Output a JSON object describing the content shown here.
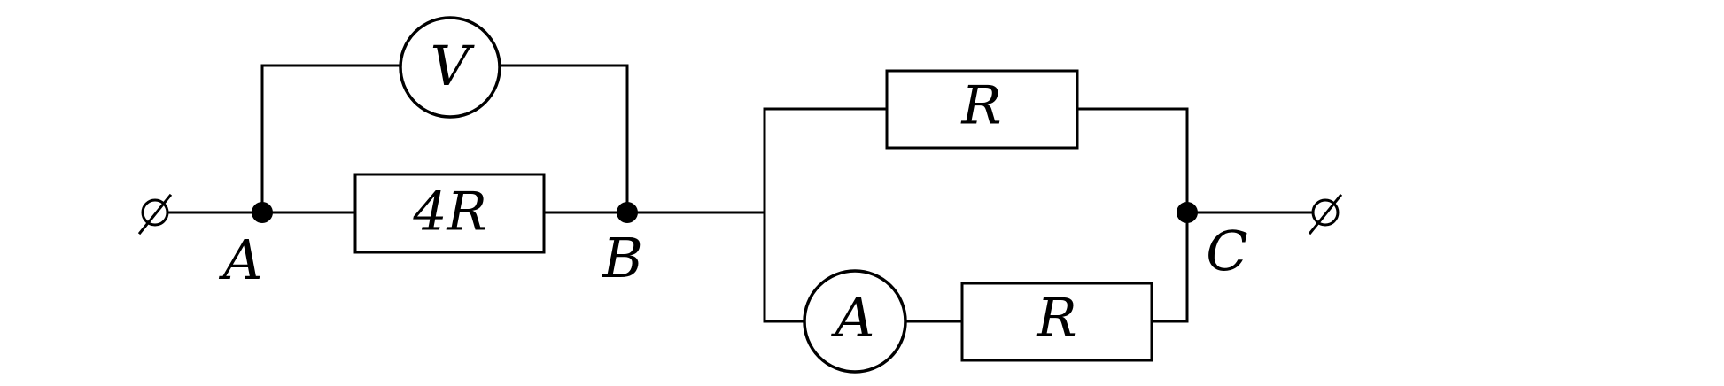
{
  "labels": {
    "node_a": "A",
    "node_b": "B",
    "node_c": "C",
    "resistor_4r": "4R",
    "resistor_top": "R",
    "resistor_bottom": "R",
    "voltmeter": "V",
    "ammeter": "A"
  }
}
